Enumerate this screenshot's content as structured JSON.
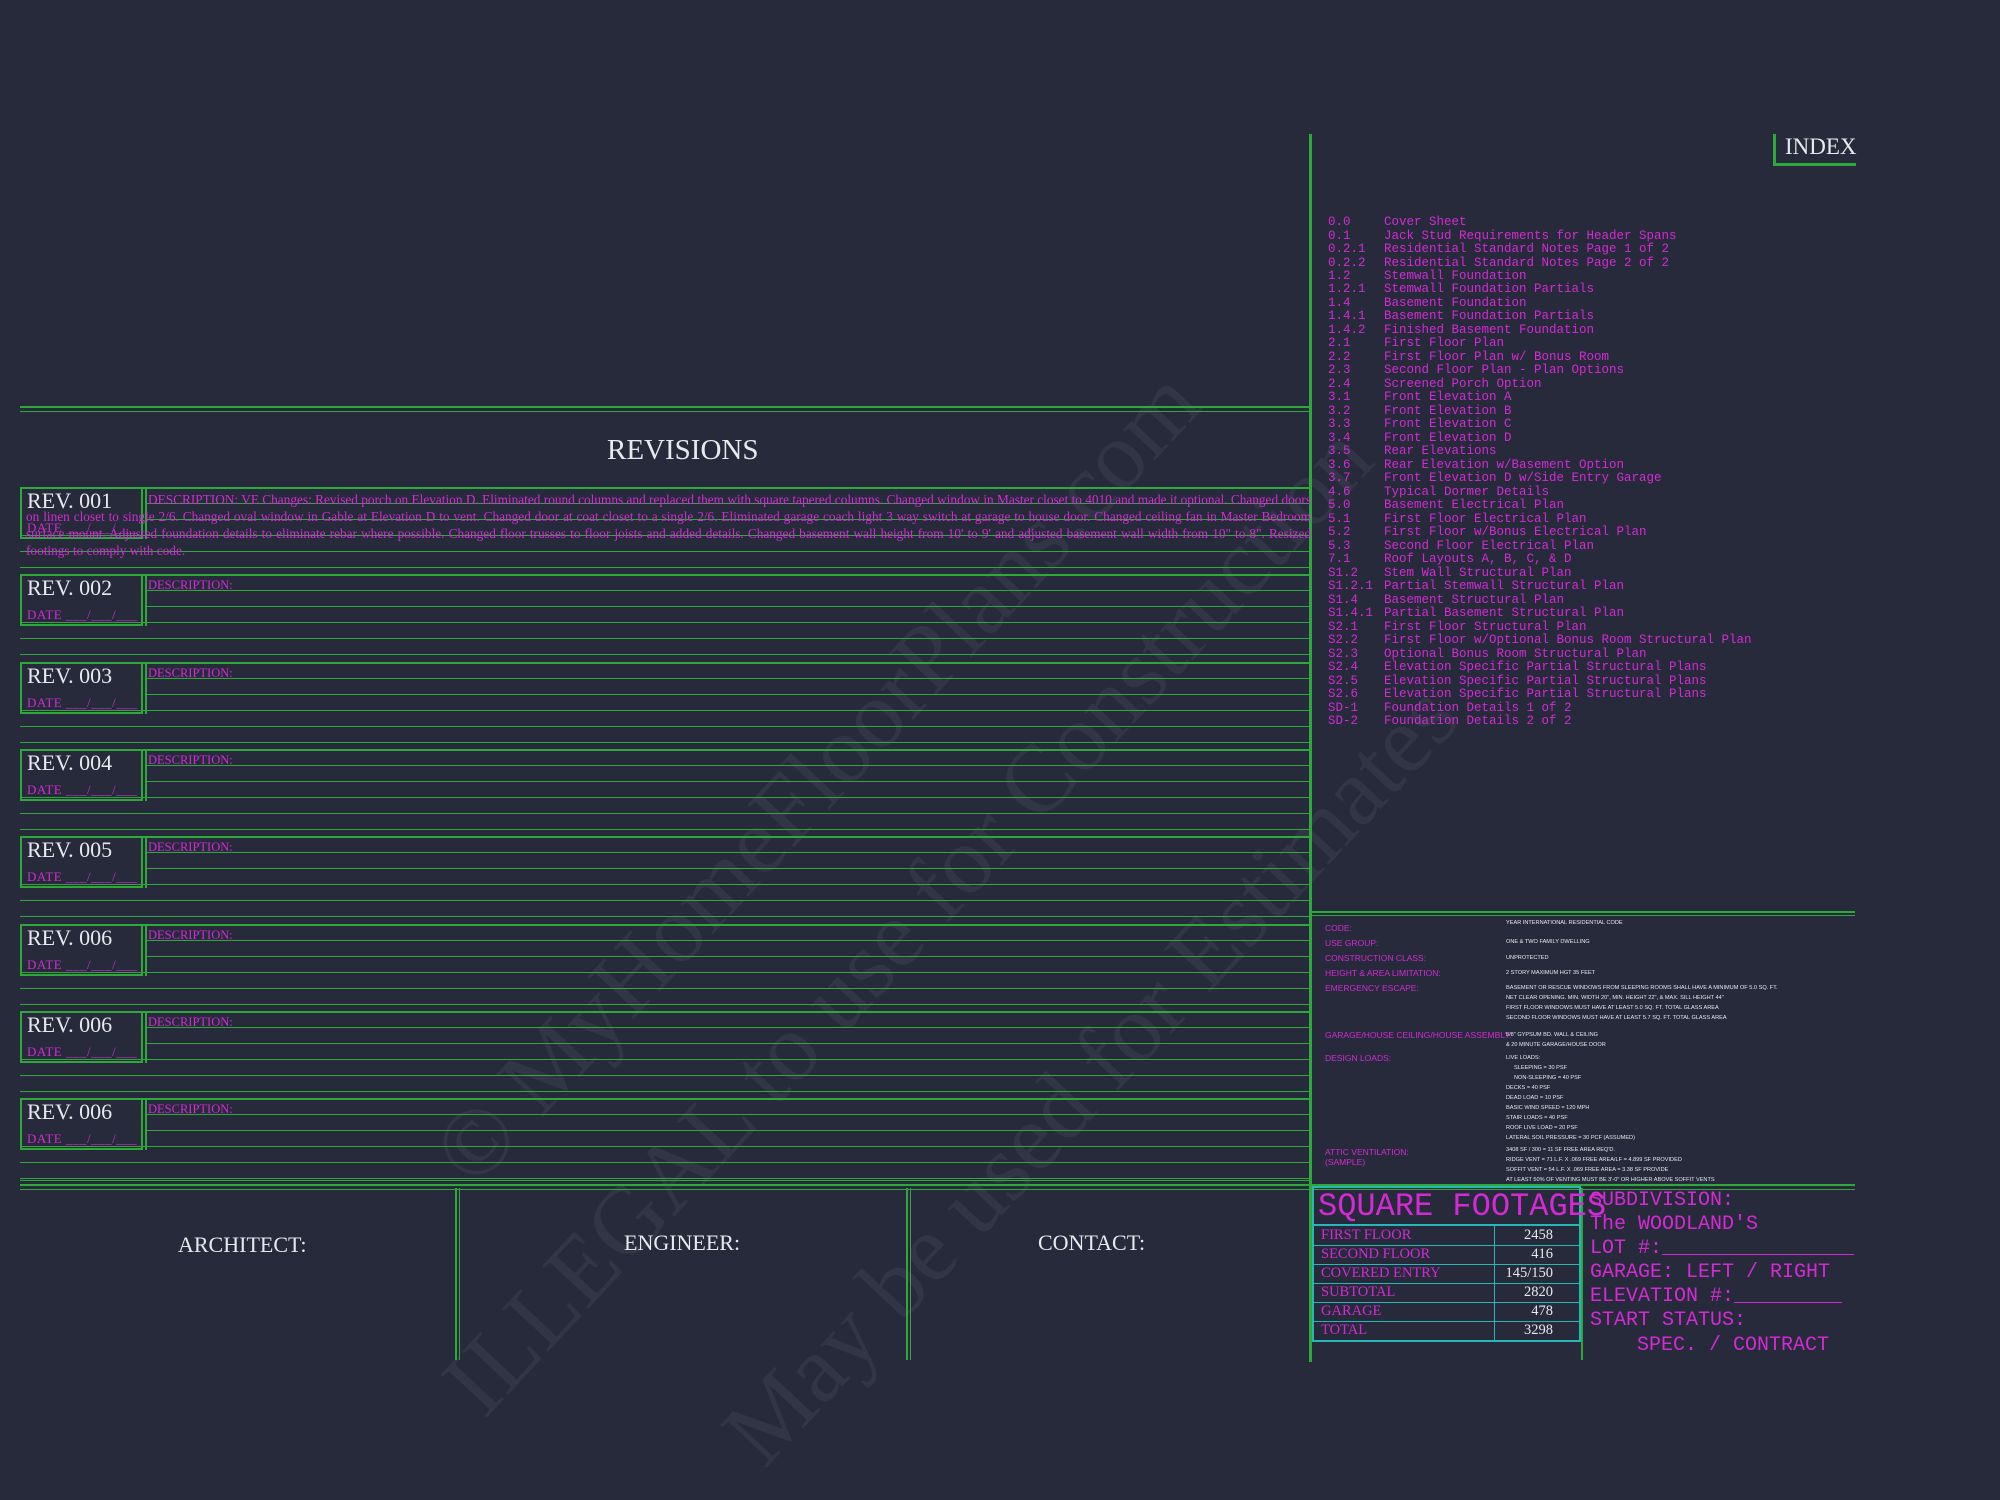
{
  "revisions": {
    "title": "REVISIONS",
    "items": [
      {
        "label": "REV. 001",
        "date": "DATE  ___/___/___",
        "description": "DESCRIPTION: VE Changes:   Revised porch on Elevation D. Eliminated round columns and replaced them with square tapered columns. Changed window in Master closet to 4010 and made it optional.  Changed doors on linen closet to single 2/6. Changed oval window in Gable at Elevation D to vent. Changed door at coat closet to a single 2/6. Eliminated garage coach light 3 way switch at garage to house door. Changed ceiling fan in Master Bedroom surface mount. Adjusted foundation details to eliminate rebar where possible.  Changed floor trusses to floor joists and added details. Changed basement wall height from 10' to 9' and adjusted basement wall width from 10\" to 8\".  Resized footings to comply with code."
      },
      {
        "label": "REV. 002",
        "date": "DATE  ___/___/___",
        "description": "DESCRIPTION:"
      },
      {
        "label": "REV. 003",
        "date": "DATE  ___/___/___",
        "description": "DESCRIPTION:"
      },
      {
        "label": "REV. 004",
        "date": "DATE  ___/___/___",
        "description": "DESCRIPTION:"
      },
      {
        "label": "REV. 005",
        "date": "DATE  ___/___/___",
        "description": "DESCRIPTION:"
      },
      {
        "label": "REV. 006",
        "date": "DATE  ___/___/___",
        "description": "DESCRIPTION:"
      },
      {
        "label": "REV. 006",
        "date": "DATE  ___/___/___",
        "description": "DESCRIPTION:"
      },
      {
        "label": "REV. 006",
        "date": "DATE  ___/___/___",
        "description": "DESCRIPTION:"
      }
    ]
  },
  "index": {
    "title": "INDEX",
    "items": [
      {
        "num": "0.0",
        "title": "Cover Sheet"
      },
      {
        "num": "0.1",
        "title": "Jack Stud Requirements for Header Spans"
      },
      {
        "num": "0.2.1",
        "title": "Residential Standard Notes Page 1 of 2"
      },
      {
        "num": "0.2.2",
        "title": "Residential Standard Notes Page 2 of 2"
      },
      {
        "num": "1.2",
        "title": "Stemwall Foundation"
      },
      {
        "num": "1.2.1",
        "title": "Stemwall Foundation Partials"
      },
      {
        "num": "1.4",
        "title": "Basement Foundation"
      },
      {
        "num": "1.4.1",
        "title": "Basement Foundation Partials"
      },
      {
        "num": "1.4.2",
        "title": "Finished Basement Foundation"
      },
      {
        "num": "2.1",
        "title": "First Floor Plan"
      },
      {
        "num": "2.2",
        "title": "First Floor Plan w/ Bonus Room"
      },
      {
        "num": "2.3",
        "title": "Second Floor Plan - Plan Options"
      },
      {
        "num": "2.4",
        "title": "Screened Porch Option"
      },
      {
        "num": "3.1",
        "title": "Front Elevation A"
      },
      {
        "num": "3.2",
        "title": "Front Elevation B"
      },
      {
        "num": "3.3",
        "title": "Front Elevation C"
      },
      {
        "num": "3.4",
        "title": "Front Elevation D"
      },
      {
        "num": "3.5",
        "title": "Rear Elevations"
      },
      {
        "num": "3.6",
        "title": "Rear Elevation w/Basement Option"
      },
      {
        "num": "3.7",
        "title": "Front Elevation D w/Side Entry Garage"
      },
      {
        "num": "4.6",
        "title": "Typical Dormer Details"
      },
      {
        "num": "5.0",
        "title": "Basement Electrical Plan"
      },
      {
        "num": "5.1",
        "title": "First Floor Electrical Plan"
      },
      {
        "num": "5.2",
        "title": "First Floor w/Bonus Electrical Plan"
      },
      {
        "num": "5.3",
        "title": "Second Floor Electrical Plan"
      },
      {
        "num": "7.1",
        "title": "Roof Layouts A, B, C, & D"
      },
      {
        "num": "S1.2",
        "title": "Stem Wall Structural Plan"
      },
      {
        "num": "S1.2.1",
        "title": "Partial Stemwall Structural Plan"
      },
      {
        "num": "S1.4",
        "title": "Basement Structural Plan"
      },
      {
        "num": "S1.4.1",
        "title": "Partial Basement Structural Plan"
      },
      {
        "num": "S2.1",
        "title": "First Floor Structural Plan"
      },
      {
        "num": "S2.2",
        "title": "First Floor w/Optional Bonus Room Structural Plan"
      },
      {
        "num": "S2.3",
        "title": "Optional Bonus Room Structural Plan"
      },
      {
        "num": "S2.4",
        "title": "Elevation Specific Partial Structural Plans"
      },
      {
        "num": "S2.5",
        "title": "Elevation Specific Partial Structural Plans"
      },
      {
        "num": "S2.6",
        "title": "Elevation Specific Partial Structural Plans"
      },
      {
        "num": "SD-1",
        "title": "Foundation Details 1 of 2"
      },
      {
        "num": "SD-2",
        "title": "Foundation Details 2 of 2"
      }
    ]
  },
  "code_info": {
    "labels": [
      "CODE:",
      "USE GROUP:",
      "CONSTRUCTION CLASS:",
      "HEIGHT & AREA LIMITATION:",
      "EMERGENCY ESCAPE:",
      "GARAGE/HOUSE CEILING/HOUSE ASSEMBLY:",
      "DESIGN LOADS:",
      "ATTIC VENTILATION:",
      "(SAMPLE)"
    ],
    "values": [
      "YEAR  INTERNATIONAL RESIDENTIAL CODE",
      "ONE & TWO FAMILY DWELLING",
      "UNPROTECTED",
      "2 STORY MAXIMUM HGT 35 FEET",
      "BASEMENT OR RESCUE WINDOWS FROM SLEEPING ROOMS SHALL HAVE A MINIMUM OF 5.0 SQ. FT.",
      "NET CLEAR OPENING. MIN. WIDTH 20\", MIN. HEIGHT 22\", & MAX. SILL HEIGHT 44\"",
      "FIRST FLOOR WINDOWS MUST HAVE AT LEAST 5.0 SQ. FT. TOTAL GLASS AREA",
      "SECOND FLOOR WINDOWS MUST HAVE AT LEAST 5.7 SQ. FT. TOTAL GLASS AREA",
      "5/8\" GYPSUM BD. WALL & CEILING",
      "& 20 MINUTE GARAGE/HOUSE DOOR",
      "LIVE LOADS:",
      "SLEEPING = 30 PSF",
      "NON-SLEEPING = 40 PSF",
      "DECKS = 40 PSF",
      "DEAD LOAD = 10 PSF",
      "BASIC WIND SPEED = 120 MPH",
      "STAIR LOADS = 40 PSF",
      "ROOF LIVE LOAD = 20 PSF",
      "LATERAL SOIL PRESSURE = 30 PCF (ASSUMED)",
      "3408 SF / 300 = 11 SF FREE AREA REQ'D.",
      "RIDGE VENT = 71 L.F. X .069 FREE AREA/LF = 4.899 SF PROVIDED",
      "SOFFIT VENT = 54 L.F. X .069 FREE AREA = 3.38 SF PROVIDE",
      "AT LEAST 50% OF VENTING MUST BE 3'-0\" OR HIGHER ABOVE SOFFIT VENTS"
    ]
  },
  "contacts": {
    "architect": "ARCHITECT:",
    "engineer": "ENGINEER:",
    "contact": "CONTACT:"
  },
  "square_footages": {
    "title": "SQUARE FOOTAGES",
    "rows": [
      {
        "label": "FIRST FLOOR",
        "value": "2458"
      },
      {
        "label": "SECOND FLOOR",
        "value": "416"
      },
      {
        "label": "COVERED ENTRY",
        "value": "145/150"
      },
      {
        "label": "SUBTOTAL",
        "value": "2820"
      },
      {
        "label": "GARAGE",
        "value": "478"
      },
      {
        "label": "TOTAL",
        "value": "3298"
      }
    ]
  },
  "subdivision": {
    "label": "SUBDIVISION:",
    "name": "The WOODLAND'S",
    "lot": "LOT #:________________",
    "garage": "GARAGE:  LEFT / RIGHT",
    "elevation": "ELEVATION #:_________",
    "start_status": "START STATUS:",
    "options": "SPEC.  / CONTRACT"
  },
  "watermark": {
    "line1": "© MyHomeFloorPlans.com",
    "line2": "ILLEGAL to use for Construction",
    "line3": "May be used for Estimates"
  },
  "colors": {
    "background": "#262a3b",
    "lines": "#2ea83a",
    "text_magenta": "#d42ad4",
    "text_white": "#e8e8ee",
    "table_cyan": "#27b7b7"
  }
}
